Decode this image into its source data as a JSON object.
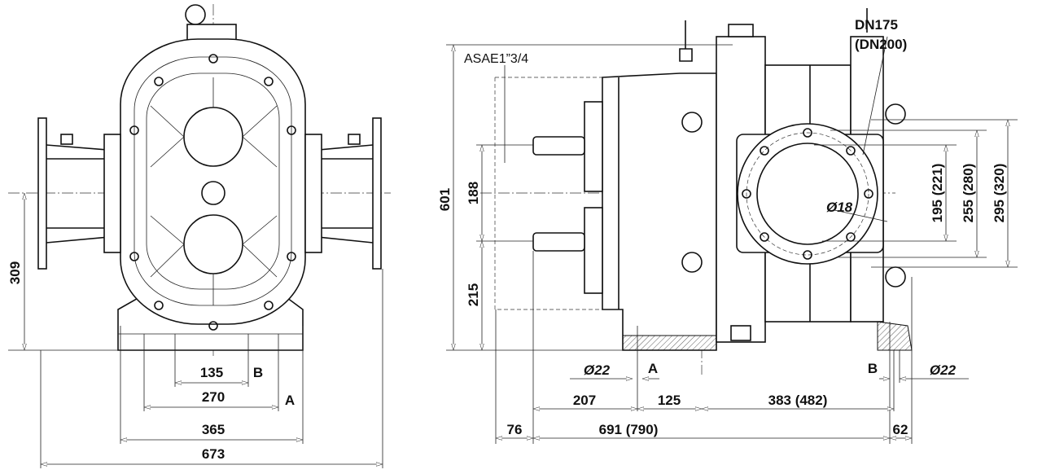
{
  "front_view": {
    "dims": {
      "height_309": "309",
      "d135": "135",
      "d270": "270",
      "d365": "365",
      "d673": "673",
      "mark_b": "B",
      "mark_a": "A"
    }
  },
  "side_view": {
    "shaft_label": "ASAE1”3/4",
    "flange_label_1": "DN175",
    "flange_label_2": "(DN200)",
    "bolt_hole": "Ø18",
    "dims": {
      "d601": "601",
      "d188": "188",
      "d215": "215",
      "d195": "195 (221)",
      "d255": "255 (280)",
      "d295": "295 (320)",
      "hole_a": "Ø22",
      "mark_a": "A",
      "mark_b": "B",
      "hole_b": "Ø22",
      "d207": "207",
      "d125": "125",
      "d383": "383 (482)",
      "d76": "76",
      "d691": "691 (790)",
      "d62": "62"
    }
  }
}
